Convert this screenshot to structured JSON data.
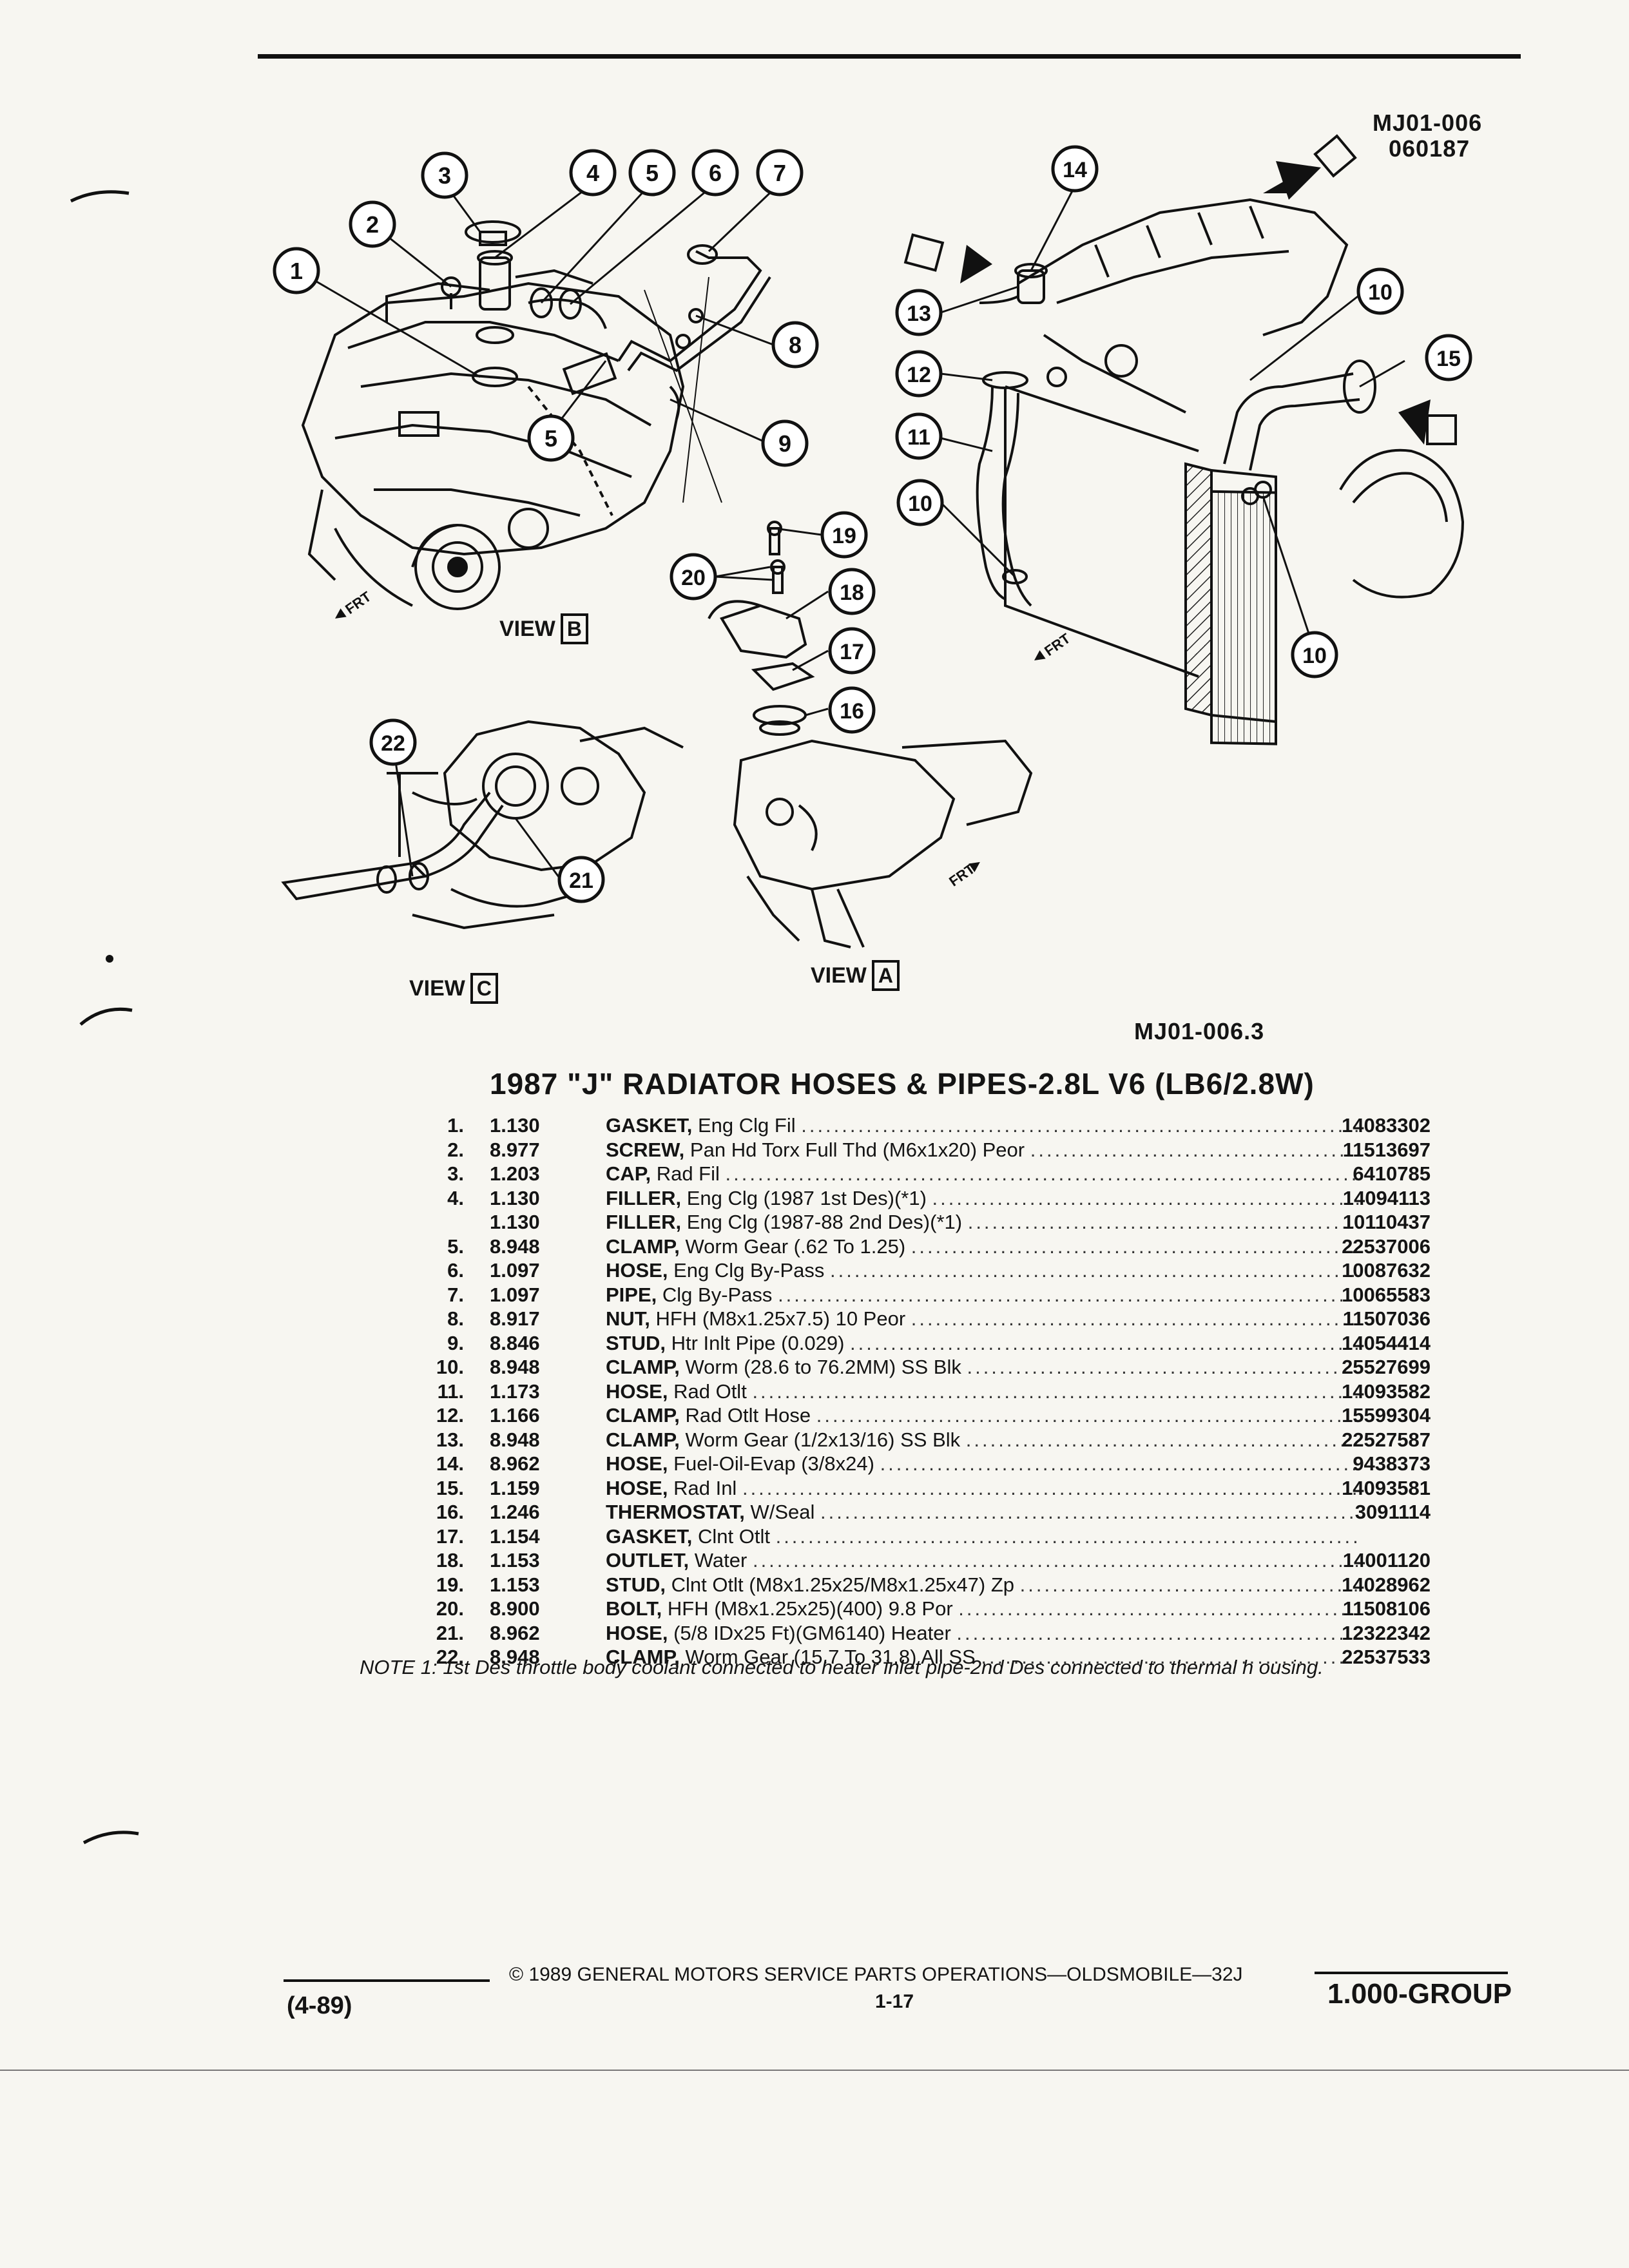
{
  "figure": {
    "code_top": "MJ01-006",
    "code_top_2": "060187",
    "code_bottom": "MJ01-006.3",
    "view_word": "VIEW",
    "view_b": "B",
    "view_c": "C",
    "view_a": "A",
    "frt": "FRT",
    "callouts": [
      "1",
      "2",
      "3",
      "4",
      "5",
      "6",
      "7",
      "8",
      "9",
      "5",
      "10",
      "10",
      "10",
      "11",
      "12",
      "13",
      "14",
      "15",
      "16",
      "17",
      "18",
      "19",
      "20",
      "21",
      "22"
    ]
  },
  "table": {
    "title": "1987 \"J\" RADIATOR HOSES & PIPES-2.8L V6 (LB6/2.8W)",
    "rows": [
      {
        "ref": "1.",
        "cat": "1.130",
        "name": "GASKET,",
        "detail": "Eng Clg Fil",
        "pn": "14083302"
      },
      {
        "ref": "2.",
        "cat": "8.977",
        "name": "SCREW,",
        "detail": "Pan Hd Torx Full Thd (M6x1x20) Peor",
        "pn": "11513697"
      },
      {
        "ref": "3.",
        "cat": "1.203",
        "name": "CAP,",
        "detail": "Rad Fil",
        "pn": "6410785"
      },
      {
        "ref": "4.",
        "cat": "1.130",
        "name": "FILLER,",
        "detail": "Eng Clg (1987 1st Des)(*1)",
        "pn": "14094113"
      },
      {
        "ref": "",
        "cat": "1.130",
        "name": "FILLER,",
        "detail": "Eng Clg (1987-88 2nd Des)(*1)",
        "pn": "10110437"
      },
      {
        "ref": "5.",
        "cat": "8.948",
        "name": "CLAMP,",
        "detail": "Worm Gear (.62 To 1.25)",
        "pn": "22537006"
      },
      {
        "ref": "6.",
        "cat": "1.097",
        "name": "HOSE,",
        "detail": "Eng Clg By-Pass",
        "pn": "10087632"
      },
      {
        "ref": "7.",
        "cat": "1.097",
        "name": "PIPE,",
        "detail": "Clg By-Pass",
        "pn": "10065583"
      },
      {
        "ref": "8.",
        "cat": "8.917",
        "name": "NUT,",
        "detail": "HFH (M8x1.25x7.5) 10 Peor",
        "pn": "11507036"
      },
      {
        "ref": "9.",
        "cat": "8.846",
        "name": "STUD,",
        "detail": "Htr Inlt Pipe (0.029)",
        "pn": "14054414"
      },
      {
        "ref": "10.",
        "cat": "8.948",
        "name": "CLAMP,",
        "detail": "Worm (28.6 to 76.2MM) SS Blk",
        "pn": "25527699"
      },
      {
        "ref": "11.",
        "cat": "1.173",
        "name": "HOSE,",
        "detail": "Rad Otlt",
        "pn": "14093582"
      },
      {
        "ref": "12.",
        "cat": "1.166",
        "name": "CLAMP,",
        "detail": "Rad Otlt Hose",
        "pn": "15599304"
      },
      {
        "ref": "13.",
        "cat": "8.948",
        "name": "CLAMP,",
        "detail": "Worm Gear (1/2x13/16) SS Blk",
        "pn": "22527587"
      },
      {
        "ref": "14.",
        "cat": "8.962",
        "name": "HOSE,",
        "detail": "Fuel-Oil-Evap (3/8x24)",
        "pn": "9438373"
      },
      {
        "ref": "15.",
        "cat": "1.159",
        "name": "HOSE,",
        "detail": "Rad Inl",
        "pn": "14093581"
      },
      {
        "ref": "16.",
        "cat": "1.246",
        "name": "THERMOSTAT,",
        "detail": "W/Seal",
        "pn": "3091114"
      },
      {
        "ref": "17.",
        "cat": "1.154",
        "name": "GASKET,",
        "detail": "Clnt Otlt",
        "pn": ""
      },
      {
        "ref": "18.",
        "cat": "1.153",
        "name": "OUTLET,",
        "detail": "Water",
        "pn": "14001120"
      },
      {
        "ref": "19.",
        "cat": "1.153",
        "name": "STUD,",
        "detail": "Clnt Otlt (M8x1.25x25/M8x1.25x47) Zp",
        "pn": "14028962"
      },
      {
        "ref": "20.",
        "cat": "8.900",
        "name": "BOLT,",
        "detail": "HFH (M8x1.25x25)(400) 9.8 Por",
        "pn": "11508106"
      },
      {
        "ref": "21.",
        "cat": "8.962",
        "name": "HOSE,",
        "detail": "(5/8 IDx25 Ft)(GM6140) Heater",
        "pn": "12322342"
      },
      {
        "ref": "22.",
        "cat": "8.948",
        "name": "CLAMP,",
        "detail": "Worm Gear (15.7 To 31.8) All SS",
        "pn": "22537533"
      }
    ],
    "note": "NOTE 1: 1st Des throttle body coolant connected to heater inlet pipe-2nd Des connected to thermal h ousing."
  },
  "footer": {
    "copyright": "© 1989 GENERAL MOTORS SERVICE PARTS OPERATIONS—OLDSMOBILE—32J",
    "page": "1-17",
    "date": "(4-89)",
    "group": "1.000-GROUP"
  }
}
